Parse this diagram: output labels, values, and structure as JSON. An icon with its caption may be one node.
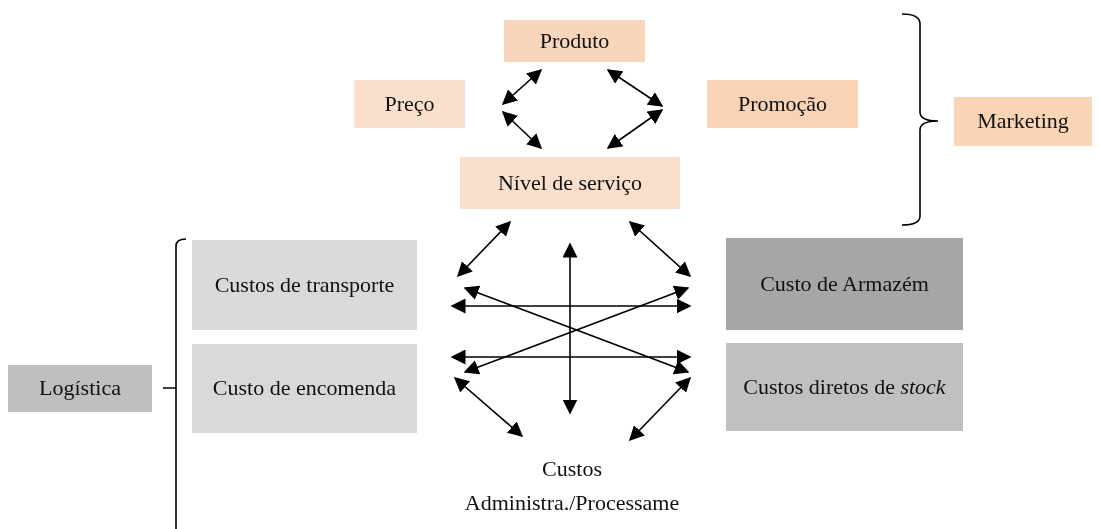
{
  "diagram": {
    "nodes": [
      {
        "text": [
          "Produto"
        ]
      },
      {
        "text": [
          "Preço"
        ]
      },
      {
        "text": [
          "Promoção"
        ]
      },
      {
        "text": [
          "Marketing"
        ]
      },
      {
        "text": [
          "Nível de serviço"
        ]
      },
      {
        "text": [
          "Custos de transporte"
        ]
      },
      {
        "text": [
          "Custo de Armazém"
        ]
      },
      {
        "text": [
          "Logística"
        ]
      },
      {
        "text": [
          "Custo de encomenda"
        ]
      },
      {
        "text": [
          "Custos diretos de *stock*"
        ]
      },
      {
        "text": [
          "Custos Administra./Processame"
        ]
      }
    ],
    "edges": [
      {
        "from": 1,
        "to": 0,
        "arrow": "both"
      },
      {
        "from": 1,
        "to": 4,
        "arrow": "both"
      },
      {
        "from": 2,
        "to": 0,
        "arrow": "both"
      },
      {
        "from": 2,
        "to": 4,
        "arrow": "both"
      },
      {
        "from": 4,
        "to": 5,
        "arrow": "both"
      },
      {
        "from": 4,
        "to": 6,
        "arrow": "both"
      },
      {
        "from": 5,
        "to": 6,
        "arrow": "both"
      },
      {
        "from": 5,
        "to": 9,
        "arrow": "both"
      },
      {
        "from": 8,
        "to": 6,
        "arrow": "both"
      },
      {
        "from": 8,
        "to": 9,
        "arrow": "both"
      },
      {
        "from": 4,
        "to": 10,
        "arrow": "both"
      },
      {
        "from": 8,
        "to": 10,
        "arrow": "both"
      },
      {
        "from": 9,
        "to": 10,
        "arrow": "both"
      }
    ]
  }
}
